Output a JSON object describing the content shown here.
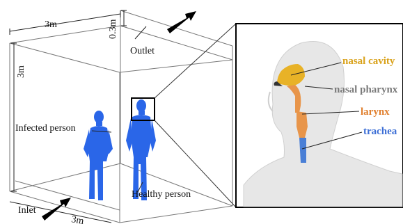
{
  "room": {
    "width_label": "3m",
    "height_label": "3m",
    "depth_label": "3m",
    "outlet_height_label": "0.3m",
    "outlet_label": "Outlet",
    "inlet_label": "Inlet"
  },
  "people": {
    "infected_label": "Infected person",
    "healthy_label": "Healthy person"
  },
  "airway": {
    "nasal_cavity": {
      "label": "nasal cavity",
      "color": "#d9a21b"
    },
    "nasal_pharynx": {
      "label": "nasal pharynx",
      "color": "#7a7a7a"
    },
    "larynx": {
      "label": "larynx",
      "color": "#e07f2e"
    },
    "trachea": {
      "label": "trachea",
      "color": "#3d6fd6"
    }
  },
  "colors": {
    "body_blue": "#2a66e8",
    "airway_trachea": "#4a7fd6",
    "airway_larynx": "#e8954a",
    "airway_nasal": "#e8b227"
  }
}
